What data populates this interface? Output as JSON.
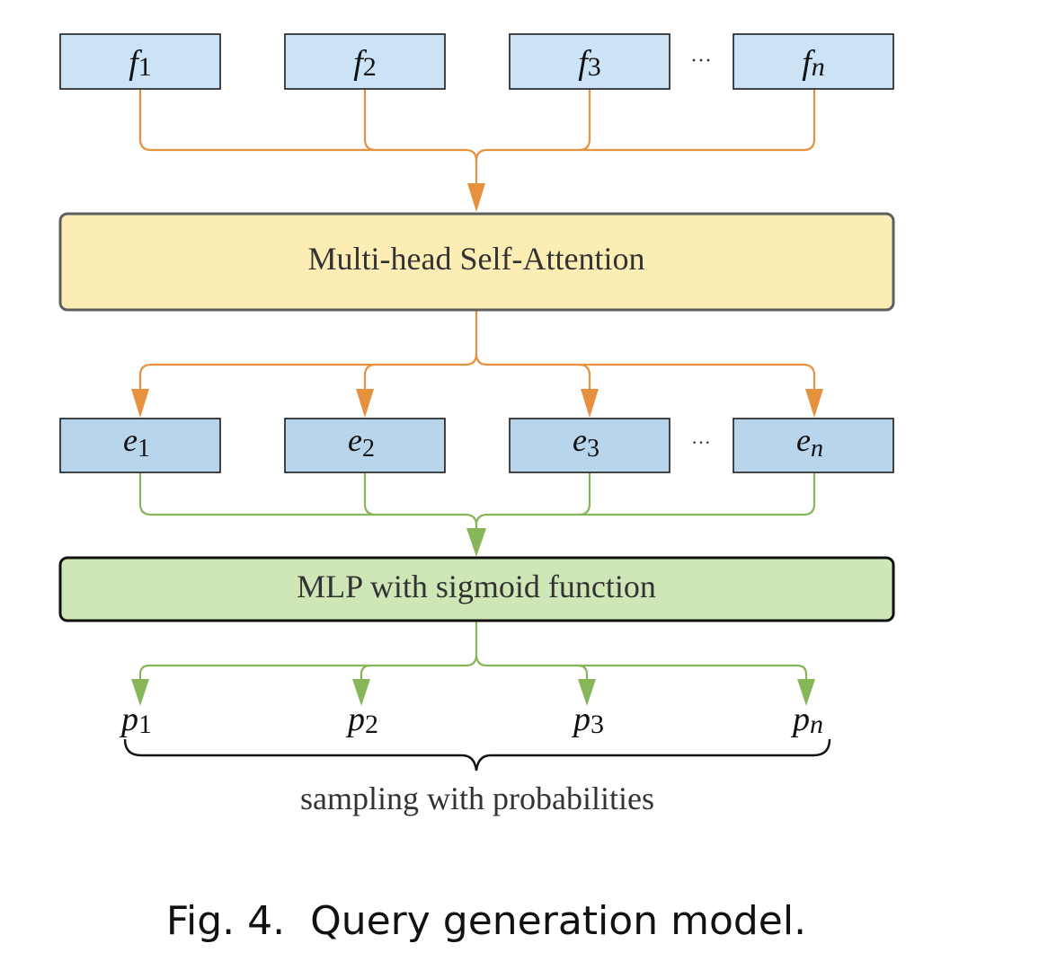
{
  "inputs": [
    {
      "var": "f",
      "sub": "1"
    },
    {
      "var": "f",
      "sub": "2"
    },
    {
      "var": "f",
      "sub": "3"
    },
    {
      "var": "f",
      "sub": "n"
    }
  ],
  "embeddings": [
    {
      "var": "e",
      "sub": "1"
    },
    {
      "var": "e",
      "sub": "2"
    },
    {
      "var": "e",
      "sub": "3"
    },
    {
      "var": "e",
      "sub": "n"
    }
  ],
  "outputs": [
    {
      "var": "p",
      "sub": "1"
    },
    {
      "var": "p",
      "sub": "2"
    },
    {
      "var": "p",
      "sub": "3"
    },
    {
      "var": "p",
      "sub": "n"
    }
  ],
  "ellipsis": "···",
  "attention_label": "Multi-head Self-Attention",
  "mlp_label": "MLP with sigmoid function",
  "brace_label": "sampling with probabilities",
  "caption": "Fig. 4.  Query generation model.",
  "colors": {
    "input_fill": "#cce3f5",
    "embed_fill": "#b9d5ec",
    "attention_fill": "#fbedb3",
    "attention_stroke": "#5e5e5e",
    "mlp_fill": "#cfe6b6",
    "orange_connector": "#e6913e",
    "green_connector": "#86b55a"
  }
}
